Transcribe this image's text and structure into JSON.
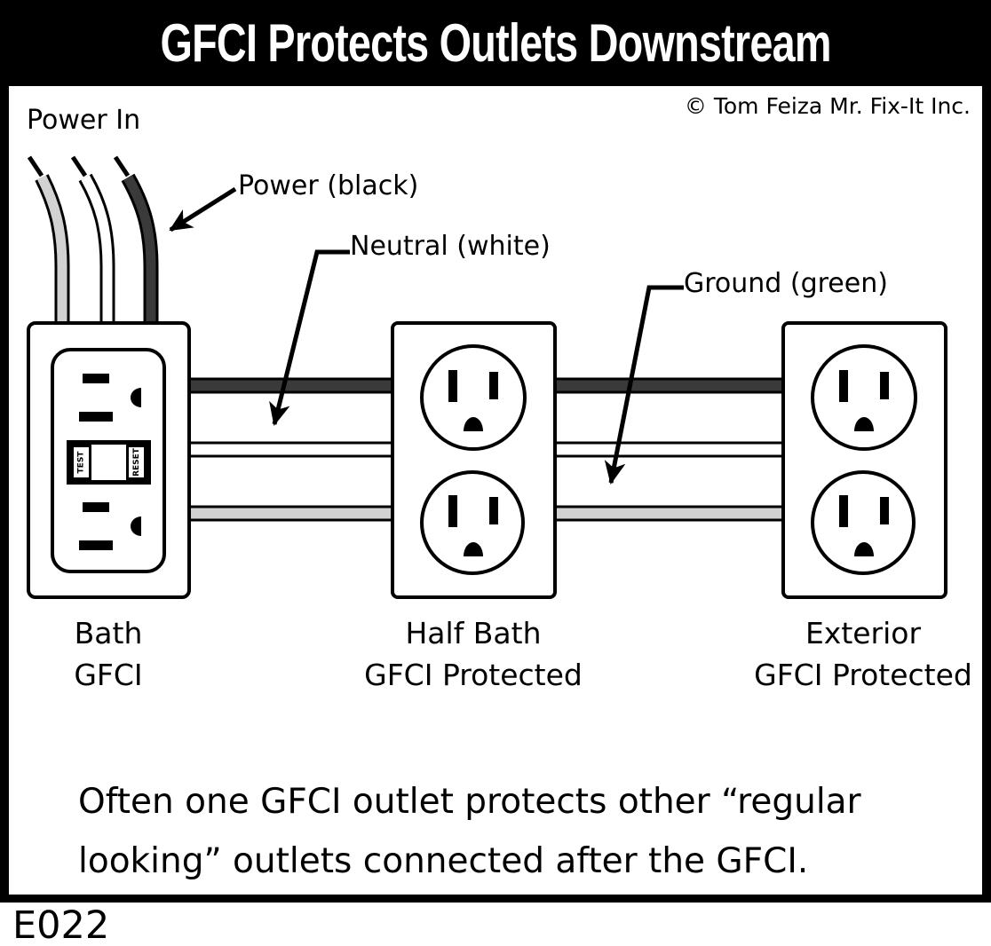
{
  "title": "GFCI Protects Outlets Downstream",
  "copyright": "© Tom Feiza Mr. Fix-It Inc.",
  "labels": {
    "power_in": "Power In",
    "power": "Power (black)",
    "neutral": "Neutral (white)",
    "ground": "Ground (green)"
  },
  "gfci": {
    "test": "TEST",
    "reset": "RESET"
  },
  "outlets": [
    {
      "line1": "Bath",
      "line2": "GFCI"
    },
    {
      "line1": "Half Bath",
      "line2": "GFCI Protected"
    },
    {
      "line1": "Exterior",
      "line2": "GFCI Protected"
    }
  ],
  "caption": {
    "line1": "Often one GFCI outlet protects other “regular",
    "line2": "looking” outlets connected after the GFCI."
  },
  "code": "E022",
  "colors": {
    "power_wire": "#3a3a3a",
    "neutral_wire": "#ffffff",
    "ground_wire": "#d2d2d2",
    "outline": "#000000"
  }
}
